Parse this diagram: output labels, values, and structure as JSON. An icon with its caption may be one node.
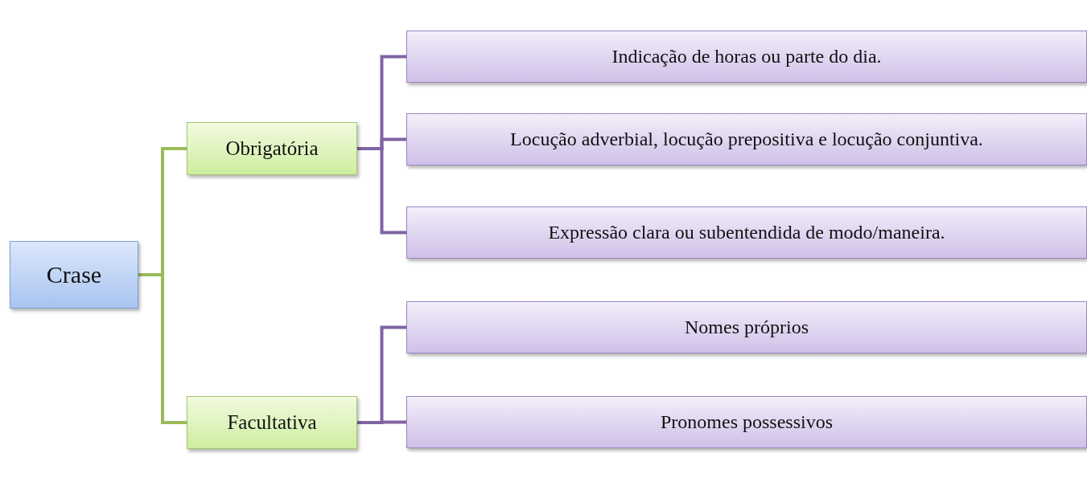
{
  "diagram": {
    "nodes": [
      {
        "text": [
          "Crase"
        ]
      },
      {
        "text": [
          "Obrigatória"
        ]
      },
      {
        "text": [
          "Facultativa"
        ]
      },
      {
        "text": [
          "Indicação de horas ou parte do dia."
        ]
      },
      {
        "text": [
          "Locução adverbial, locução prepositiva e locução conjuntiva."
        ]
      },
      {
        "text": [
          "Expressão clara ou subentendida de modo/maneira."
        ]
      },
      {
        "text": [
          "Nomes próprios"
        ]
      },
      {
        "text": [
          "Pronomes possessivos"
        ]
      }
    ],
    "edges": [
      {
        "from": 0,
        "to": 1,
        "arrow": "none",
        "color": "#9bbb59"
      },
      {
        "from": 0,
        "to": 2,
        "arrow": "none",
        "color": "#9bbb59"
      },
      {
        "from": 1,
        "to": 3,
        "arrow": "none"
      },
      {
        "from": 1,
        "to": 4,
        "arrow": "none"
      },
      {
        "from": 1,
        "to": 5,
        "arrow": "none"
      },
      {
        "from": 2,
        "to": 6,
        "arrow": "none"
      },
      {
        "from": 2,
        "to": 7,
        "arrow": "none"
      }
    ]
  }
}
